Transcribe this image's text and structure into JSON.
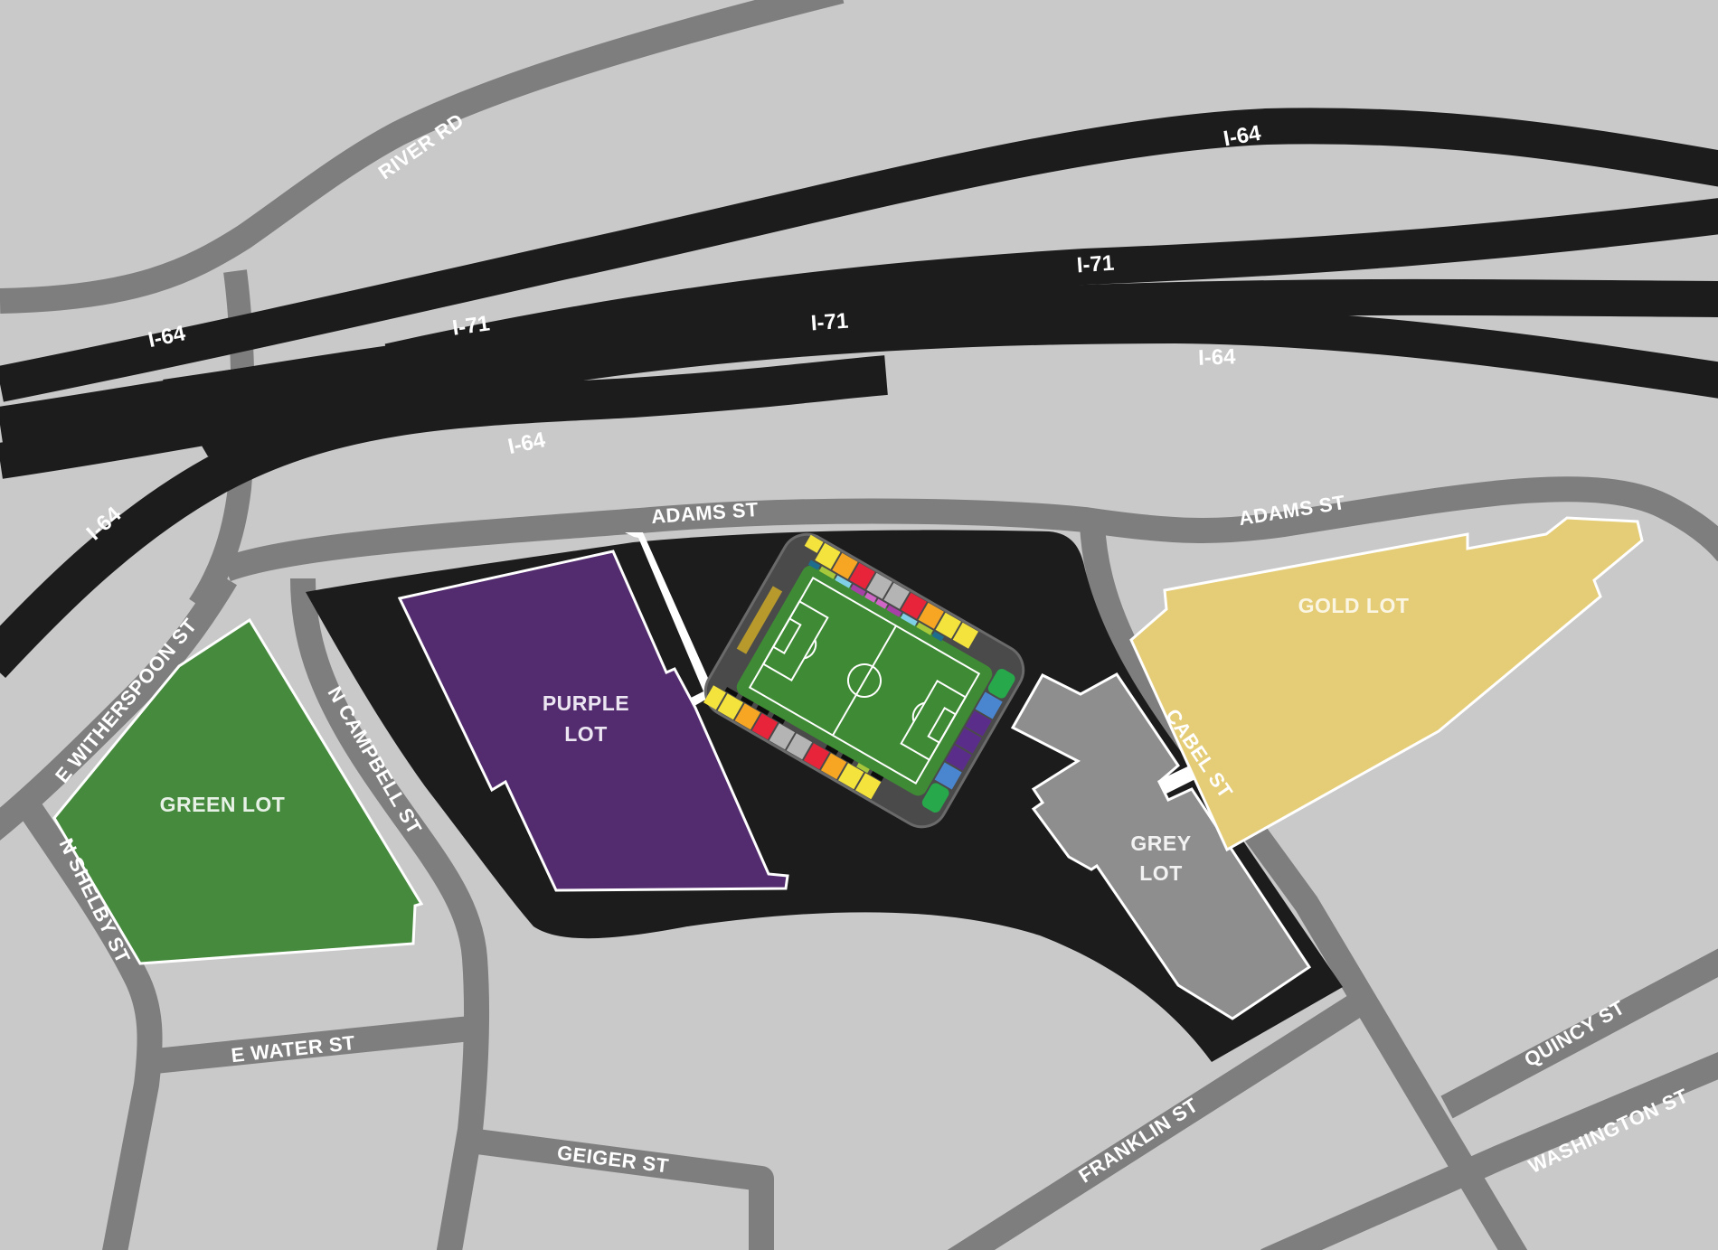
{
  "map": {
    "background_color": "#c9c9c9",
    "road_color": "#7e7e7e",
    "highway_color": "#1c1c1c",
    "venue_grounds_color": "#1c1c1c"
  },
  "highways": [
    {
      "id": "i64-top",
      "label": "I-64"
    },
    {
      "id": "i71-upper",
      "label": "I-71"
    },
    {
      "id": "i71-left",
      "label": "I-71"
    },
    {
      "id": "i71-mid",
      "label": "I-71"
    },
    {
      "id": "i64-left",
      "label": "I-64"
    },
    {
      "id": "i64-right",
      "label": "I-64"
    },
    {
      "id": "i64-center",
      "label": "I-64"
    },
    {
      "id": "i64-diag",
      "label": "I-64"
    }
  ],
  "streets": {
    "river_rd": "RIVER RD",
    "adams_st_left": "ADAMS ST",
    "adams_st_right": "ADAMS ST",
    "e_witherspoon_st": "E WITHERSPOON ST",
    "n_campbell_st": "N CAMPBELL ST",
    "n_shelby_st": "N SHELBY ST",
    "e_water_st": "E WATER ST",
    "geiger_st": "GEIGER ST",
    "franklin_st": "FRANKLIN ST",
    "cabel_st": "CABEL ST",
    "quincy_st": "QUINCY ST",
    "washington_st": "WASHINGTON ST"
  },
  "lots": [
    {
      "id": "green",
      "line1": "GREEN LOT",
      "line2": "",
      "color": "#468a3e",
      "text_color": "#e8f1e6"
    },
    {
      "id": "purple",
      "line1": "PURPLE",
      "line2": "LOT",
      "color": "#532b6f",
      "text_color": "#ece6f2"
    },
    {
      "id": "grey",
      "line1": "GREY",
      "line2": "LOT",
      "color": "#8e8e8e",
      "text_color": "#f2f2f2"
    },
    {
      "id": "gold",
      "line1": "GOLD LOT",
      "line2": "",
      "color": "#e5cd78",
      "text_color": "#fbf6e4"
    }
  ],
  "stadium": {
    "pitch_color": "#3f8a35",
    "concourse_color": "#4a4a4a",
    "section_colors": {
      "yellow": "#f4e33c",
      "orange": "#f6a623",
      "red": "#e8243a",
      "grey": "#b4b4b4",
      "magenta": "#a63fa6",
      "pink": "#d066c6",
      "light_blue": "#7fd0e6",
      "lime": "#a6c83a",
      "teal": "#1f6d8c",
      "green": "#27a84a",
      "blue": "#4a86d0",
      "purple": "#5b2d8a",
      "gold": "#b89a2c",
      "black": "#0d0d0d"
    }
  }
}
